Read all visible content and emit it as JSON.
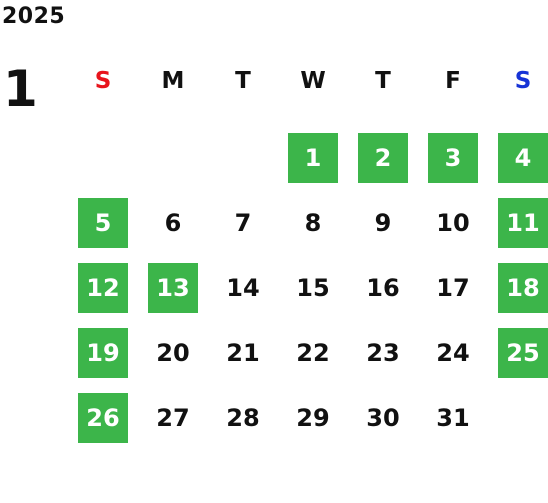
{
  "calendar": {
    "year": "2025",
    "month": "1",
    "weekdays": [
      "S",
      "M",
      "T",
      "W",
      "T",
      "F",
      "S"
    ],
    "colors": {
      "holiday_bg": "#3cb54a",
      "sunday": "#e8141c",
      "saturday": "#1733d6",
      "text": "#111111"
    },
    "weeks": [
      [
        {
          "day": "",
          "holiday": false
        },
        {
          "day": "",
          "holiday": false
        },
        {
          "day": "",
          "holiday": false
        },
        {
          "day": "1",
          "holiday": true
        },
        {
          "day": "2",
          "holiday": true
        },
        {
          "day": "3",
          "holiday": true
        },
        {
          "day": "4",
          "holiday": true
        }
      ],
      [
        {
          "day": "5",
          "holiday": true
        },
        {
          "day": "6",
          "holiday": false
        },
        {
          "day": "7",
          "holiday": false
        },
        {
          "day": "8",
          "holiday": false
        },
        {
          "day": "9",
          "holiday": false
        },
        {
          "day": "10",
          "holiday": false
        },
        {
          "day": "11",
          "holiday": true
        }
      ],
      [
        {
          "day": "12",
          "holiday": true
        },
        {
          "day": "13",
          "holiday": true
        },
        {
          "day": "14",
          "holiday": false
        },
        {
          "day": "15",
          "holiday": false
        },
        {
          "day": "16",
          "holiday": false
        },
        {
          "day": "17",
          "holiday": false
        },
        {
          "day": "18",
          "holiday": true
        }
      ],
      [
        {
          "day": "19",
          "holiday": true
        },
        {
          "day": "20",
          "holiday": false
        },
        {
          "day": "21",
          "holiday": false
        },
        {
          "day": "22",
          "holiday": false
        },
        {
          "day": "23",
          "holiday": false
        },
        {
          "day": "24",
          "holiday": false
        },
        {
          "day": "25",
          "holiday": true
        }
      ],
      [
        {
          "day": "26",
          "holiday": true
        },
        {
          "day": "27",
          "holiday": false
        },
        {
          "day": "28",
          "holiday": false
        },
        {
          "day": "29",
          "holiday": false
        },
        {
          "day": "30",
          "holiday": false
        },
        {
          "day": "31",
          "holiday": false
        },
        {
          "day": "",
          "holiday": false
        }
      ]
    ]
  }
}
